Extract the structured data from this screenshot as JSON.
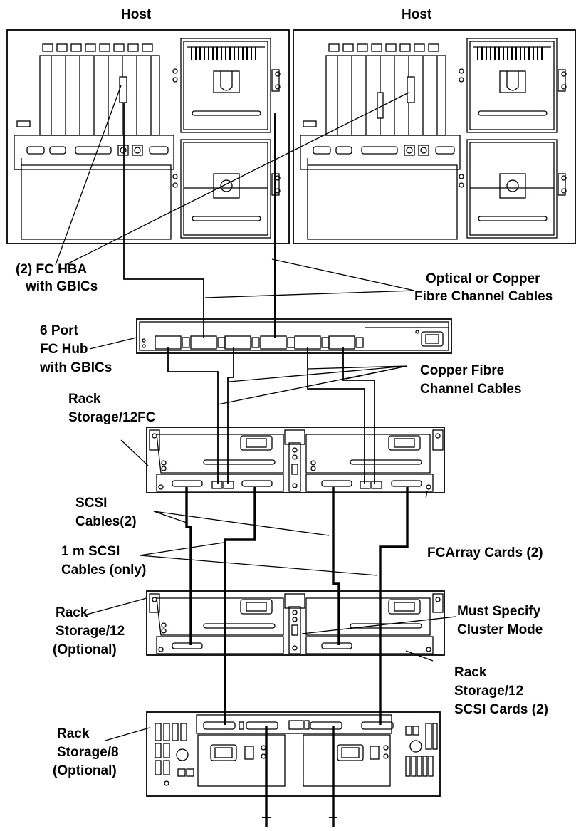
{
  "labels": {
    "host_left": "Host",
    "host_right": "Host",
    "fc_hba_line1": "(2) FC HBA",
    "fc_hba_line2": "with GBICs",
    "optical_line1": "Optical or Copper",
    "optical_line2": "Fibre Channel Cables",
    "hub_line1": "6 Port",
    "hub_line2": "FC Hub",
    "hub_line3": "with GBICs",
    "copper_line1": "Copper Fibre",
    "copper_line2": "Channel Cables",
    "rs12fc_line1": "Rack",
    "rs12fc_line2": "Storage/12FC",
    "scsi_line1": "SCSI",
    "scsi_line2": "Cables(2)",
    "onem_line1": "1 m SCSI",
    "onem_line2": "Cables (only)",
    "fcarray": "FCArray Cards (2)",
    "rs12_line1": "Rack",
    "rs12_line2": "Storage/12",
    "rs12_line3": "(Optional)",
    "must_line1": "Must Specify",
    "must_line2": "Cluster Mode",
    "rs12scsi_line1": "Rack",
    "rs12scsi_line2": "Storage/12",
    "rs12scsi_line3": "SCSI Cards (2)",
    "rs8_line1": "Rack",
    "rs8_line2": "Storage/8",
    "rs8_line3": "(Optional)"
  }
}
